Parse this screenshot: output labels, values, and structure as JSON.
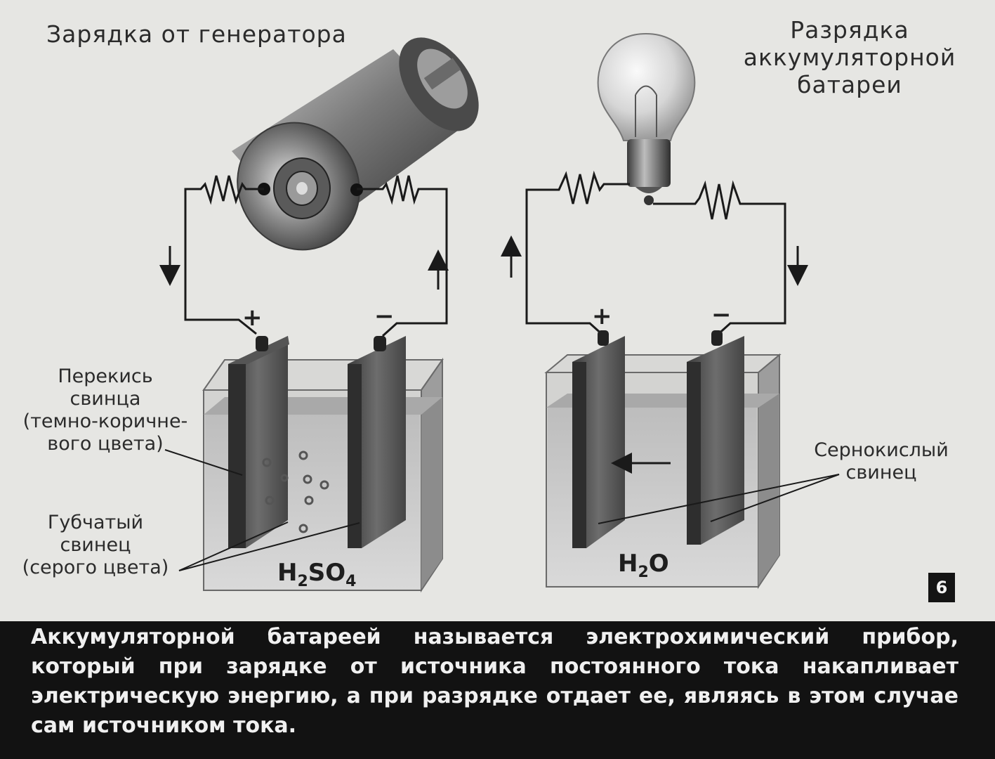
{
  "title_left": "Зарядка от генератора",
  "title_right": [
    "Разрядка",
    "аккумуляторной",
    "батареи"
  ],
  "labels": {
    "perekis": [
      "Перекись",
      "свинца",
      "(темно-коричне-",
      "вого цвета)"
    ],
    "gubchaty": [
      "Губчатый",
      "свинец",
      "(серого цвета)"
    ],
    "sernokisly": [
      "Сернокислый",
      "свинец"
    ]
  },
  "terminals": {
    "left_plus": "+",
    "left_minus": "−",
    "right_plus": "+",
    "right_minus": "−"
  },
  "formulas": {
    "left": {
      "base": "H",
      "sub1": "2",
      "mid": "SO",
      "sub2": "4"
    },
    "right": {
      "base": "H",
      "sub1": "2",
      "mid": "O"
    }
  },
  "page_number": "6",
  "caption": "Аккумуляторной батареей называется электрохимический прибор, который при зарядке от источника постоянного тока накапливает электрическую энергию, а при разрядке отдает ее, являясь в этом случае сам источником тока.",
  "icons": [
    "generator-icon",
    "light-bulb-icon",
    "battery-cell-icon",
    "resistor-icon",
    "arrow-icon"
  ],
  "colors": {
    "background": "#e6e6e3",
    "caption_bar": "#121212",
    "caption_text": "#f0f0f0",
    "lines": "#1a1a1a"
  }
}
